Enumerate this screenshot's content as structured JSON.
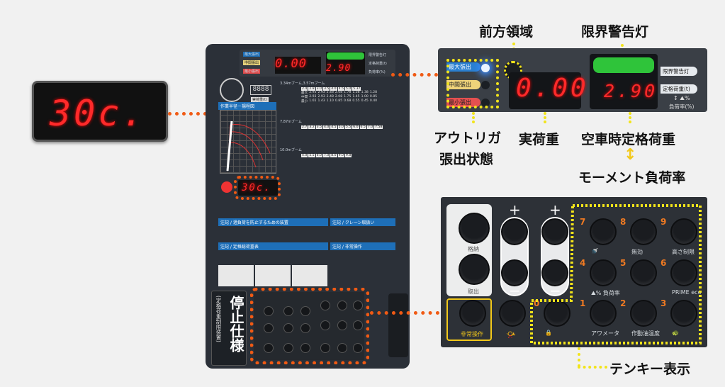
{
  "left_display": {
    "value": "30c."
  },
  "device": {
    "outrigger": [
      "最大張出",
      "中間張出",
      "最小張出"
    ],
    "actual_load": "0.00",
    "rated_load": "2.90",
    "side_labels": [
      "限界警告灯",
      "定格荷重(t)",
      "負荷率(%)"
    ],
    "counter": "8888",
    "counter_label": "実荷重(t)",
    "chart_title": "作業半径－揚程図",
    "tables": [
      {
        "title": "3.34mブーム,3.57mブーム",
        "radius": [
          "2.4",
          "2.8",
          "3.0",
          "3.5",
          "4.0",
          "4.5",
          "5.0",
          "5.37"
        ],
        "rows": [
          [
            "最大",
            "2.93",
            "2.93",
            "2.48",
            "2.08",
            "1.78",
            "1.58",
            "1.38",
            "1.28"
          ],
          [
            "中間",
            "2.93",
            "2.93",
            "2.48",
            "2.08",
            "1.75",
            "1.45",
            "1.00",
            "0.85"
          ],
          [
            "最小",
            "1.65",
            "1.43",
            "1.10",
            "0.85",
            "0.68",
            "0.55",
            "0.45",
            "0.40"
          ]
        ]
      },
      {
        "title": "7.87mブーム",
        "radius": [
          "2.7",
          "3.2",
          "3.5",
          "4.0",
          "4.5",
          "5.0",
          "5.5",
          "6.0",
          "6.5",
          "7.0",
          "7.58"
        ]
      },
      {
        "title": "10.0mブーム",
        "radius": [
          "4.0",
          "5.5",
          "6.0",
          "7.0",
          "8.0",
          "9.0",
          "9.8"
        ]
      }
    ],
    "small_display": "30c.",
    "notes": [
      "注記 / 過負荷を防止するための装置",
      "注記 / クレーン取扱い",
      "注記 / 定格総荷重表",
      "注記 / 非常操作"
    ],
    "side_plate": {
      "title": "停止仕様",
      "subtitle": "(定格荷重制限装置)"
    }
  },
  "top_panel": {
    "outrigger": [
      "最大張出",
      "中間張出",
      "最小張出"
    ],
    "actual_load": "0.00",
    "rated_load": "2.90",
    "side_labels": [
      "限界警告灯",
      "定格荷重(t)",
      "負荷率(%)"
    ],
    "moment_icon": "↕ ⛰%"
  },
  "callouts": {
    "front_area": "前方領域",
    "limit_lamp": "限界警告灯",
    "outrigger_state": [
      "アウトリガ",
      "張出状態"
    ],
    "actual_load": "実荷重",
    "rated_load": "空車時定格荷重",
    "arrow": "↕",
    "moment": "モーメント負荷率",
    "tenkey": "テンキー表示"
  },
  "keypad": {
    "store": "格納",
    "take_out": "取出",
    "plus": "+",
    "minus": "−",
    "emergency": "非常操作",
    "keys": [
      {
        "digit": "7",
        "label": "🚿"
      },
      {
        "digit": "8",
        "label": "無効"
      },
      {
        "digit": "9",
        "label": "高さ制限"
      },
      {
        "digit": "4",
        "label": "⛰% 負荷率"
      },
      {
        "digit": "5",
        "label": ""
      },
      {
        "digit": "6",
        "label": "PRIME eco"
      },
      {
        "digit": "0",
        "label": "🔒"
      },
      {
        "digit": "1",
        "label": "アワメータ"
      },
      {
        "digit": "2",
        "label": "作動油温度"
      },
      {
        "digit": "3",
        "label": "🐢"
      }
    ]
  },
  "colors": {
    "accent_orange": "#f05a14",
    "accent_yellow": "#f2e41a",
    "display_red": "#ff2a2a",
    "warning_green": "#2fc43a"
  }
}
